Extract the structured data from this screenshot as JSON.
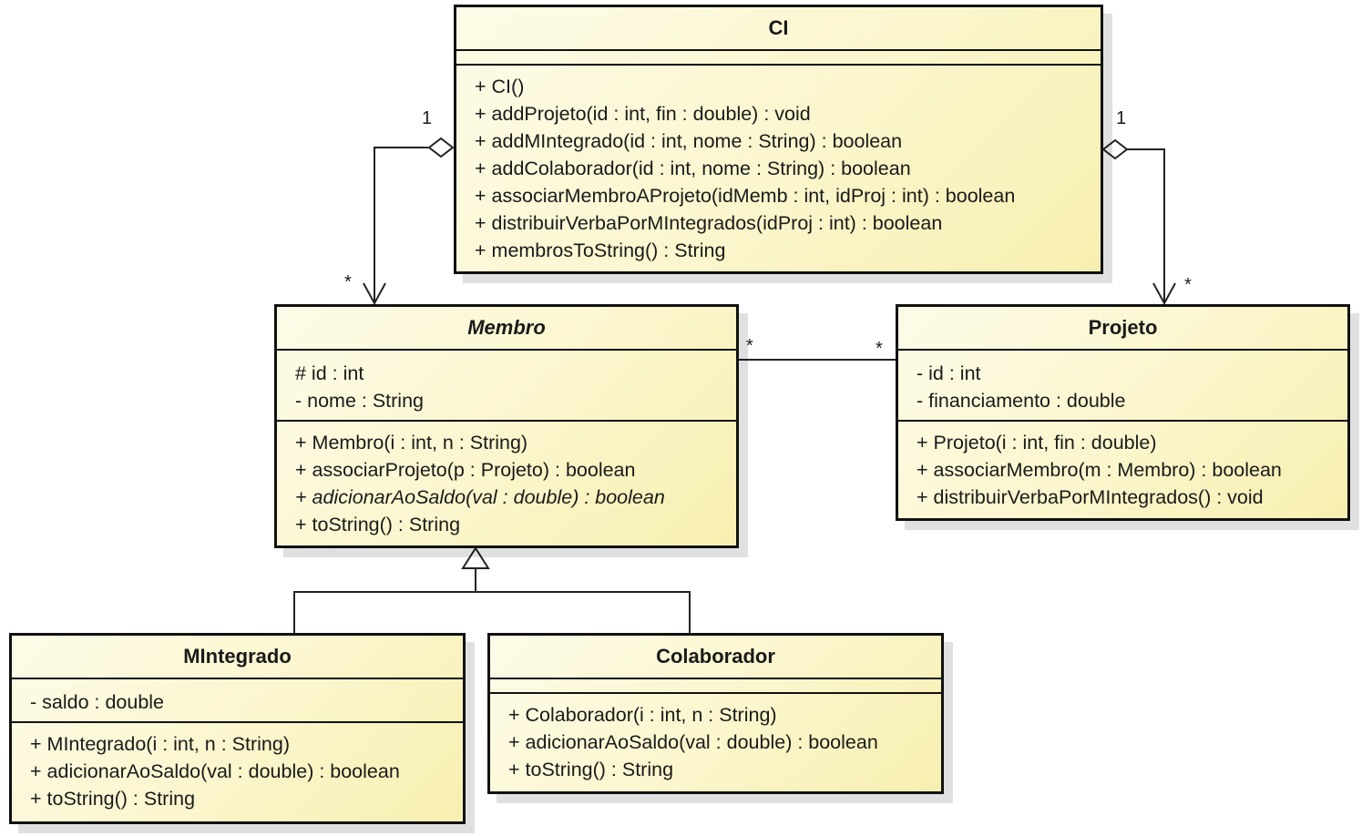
{
  "classes": {
    "ci": {
      "name": "CI",
      "operations": [
        "+ CI()",
        "+ addProjeto(id : int, fin : double) : void",
        "+ addMIntegrado(id : int, nome : String) : boolean",
        "+ addColaborador(id : int, nome : String) : boolean",
        "+ associarMembroAProjeto(idMemb : int, idProj : int) : boolean",
        "+ distribuirVerbaPorMIntegrados(idProj : int) : boolean",
        "+ membrosToString() : String"
      ]
    },
    "membro": {
      "name": "Membro",
      "attributes": [
        "# id : int",
        "- nome : String"
      ],
      "operations": [
        "+ Membro(i : int, n : String)",
        "+ associarProjeto(p : Projeto) : boolean",
        "+ adicionarAoSaldo(val : double) : boolean",
        "+ toString() : String"
      ]
    },
    "projeto": {
      "name": "Projeto",
      "attributes": [
        "- id : int",
        "- financiamento : double"
      ],
      "operations": [
        "+ Projeto(i : int, fin : double)",
        "+ associarMembro(m : Membro) : boolean",
        "+ distribuirVerbaPorMIntegrados() : void"
      ]
    },
    "mintegrado": {
      "name": "MIntegrado",
      "attributes": [
        "- saldo : double"
      ],
      "operations": [
        "+ MIntegrado(i : int, n : String)",
        "+ adicionarAoSaldo(val : double) : boolean",
        "+ toString() : String"
      ]
    },
    "colaborador": {
      "name": "Colaborador",
      "operations": [
        "+ Colaborador(i : int, n : String)",
        "+ adicionarAoSaldo(val : double) : boolean",
        "+ toString() : String"
      ]
    }
  },
  "multiplicities": {
    "ci_membro_one": "1",
    "ci_membro_many": "*",
    "ci_projeto_one": "1",
    "ci_projeto_many": "*",
    "membro_projeto_left": "*",
    "membro_projeto_right": "*"
  }
}
